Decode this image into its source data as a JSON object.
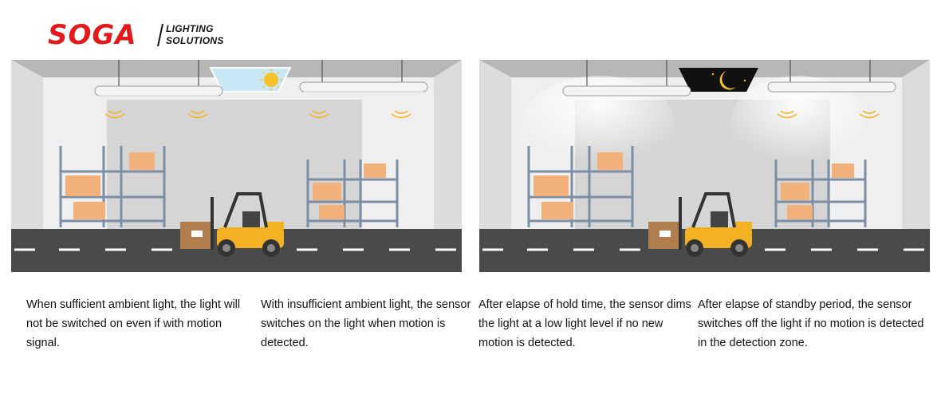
{
  "brand": {
    "logo_text": "SOGA",
    "tagline_line1": "LIGHTING",
    "tagline_line2": "SOLUTIONS",
    "accent_color": "#e3191c"
  },
  "scenes": [
    {
      "sky": "daytime",
      "sky_icon": "sun-icon",
      "lights_on": false
    },
    {
      "sky": "night",
      "sky_icon": "moon-icon",
      "lights_on": true
    }
  ],
  "captions": [
    "When sufficient ambient light, the light will not be switched on even if with motion signal.",
    "With insufficient ambient light, the sensor switches on the light when motion is detected.",
    "After elapse of hold time, the sensor dims the light at a low light level if no new motion is detected.",
    "After elapse of standby period, the sensor switches off the light if no motion is detected in the detection zone."
  ]
}
